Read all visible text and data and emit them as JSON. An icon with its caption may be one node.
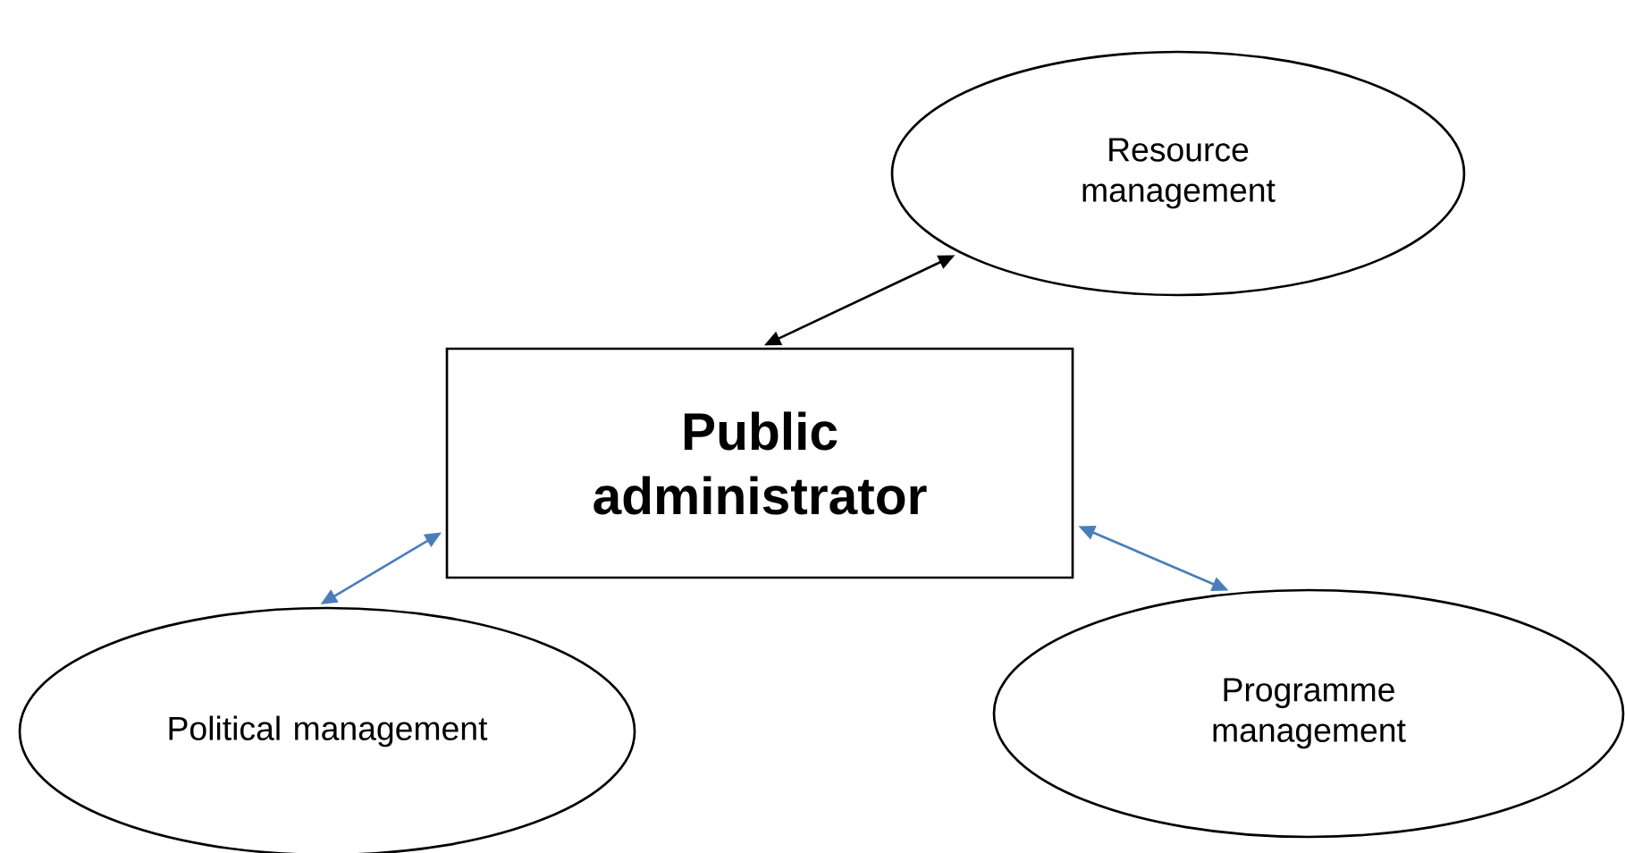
{
  "diagram": {
    "nodes": [
      {
        "text": [
          "Resource management"
        ]
      },
      {
        "text": [
          "Public administrator"
        ]
      },
      {
        "text": [
          "Political management"
        ]
      },
      {
        "text": [
          "Programme management"
        ]
      }
    ],
    "edges": [
      {
        "from": 1,
        "to": 0,
        "arrow": "both",
        "color": "#000000"
      },
      {
        "from": 2,
        "to": 1,
        "arrow": "both"
      },
      {
        "from": 1,
        "to": 3,
        "arrow": "both"
      }
    ]
  }
}
